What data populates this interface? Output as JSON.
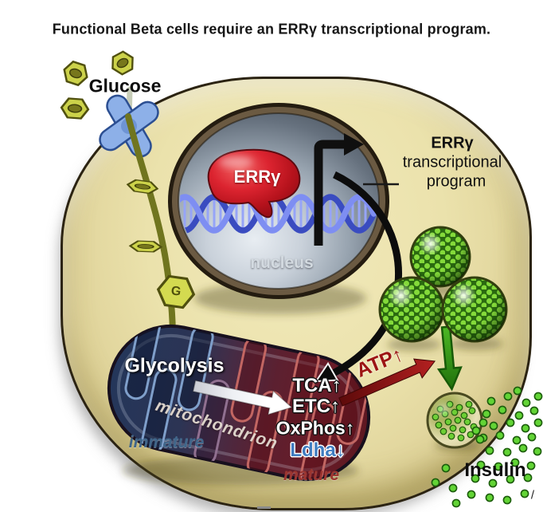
{
  "figure": {
    "title": "Functional Beta cells require an ERRγ transcriptional program.",
    "corner_mark": "/"
  },
  "cell": {
    "glucose_label": "Glucose",
    "g_abbrev": "G",
    "insulin_label": "Insulin"
  },
  "nucleus": {
    "label": "nucleus",
    "err_gamma_label": "ERRγ",
    "program_label": [
      "ERRγ",
      "transcriptional",
      "program"
    ]
  },
  "mitochondrion": {
    "label": "mitochondrion",
    "glycolysis_label": "Glycolysis",
    "pathway_labels": [
      "TCA↑",
      "ETC↑",
      "OxPhos↑",
      "Ldha↓"
    ],
    "immature_label": "immature",
    "mature_label": "mature"
  },
  "energy": {
    "atp_label": "ATP↑"
  },
  "colors": {
    "cell_fill": "#ece3ae",
    "cell_outline": "#2b2312",
    "nucleus_fill": "#9aa6b2",
    "nucleus_rim": "#6b5a42",
    "err_gamma_red": "#c41420",
    "dna_blue": "#4a5cc8",
    "mito_immature_blue": "#24365a",
    "mito_mature_red": "#5e1822",
    "atp_arrow_red": "#8a1212",
    "insulin_green": "#62d435",
    "transporter_blue": "#8db0e8",
    "glucose_olive": "#ccd24a"
  }
}
